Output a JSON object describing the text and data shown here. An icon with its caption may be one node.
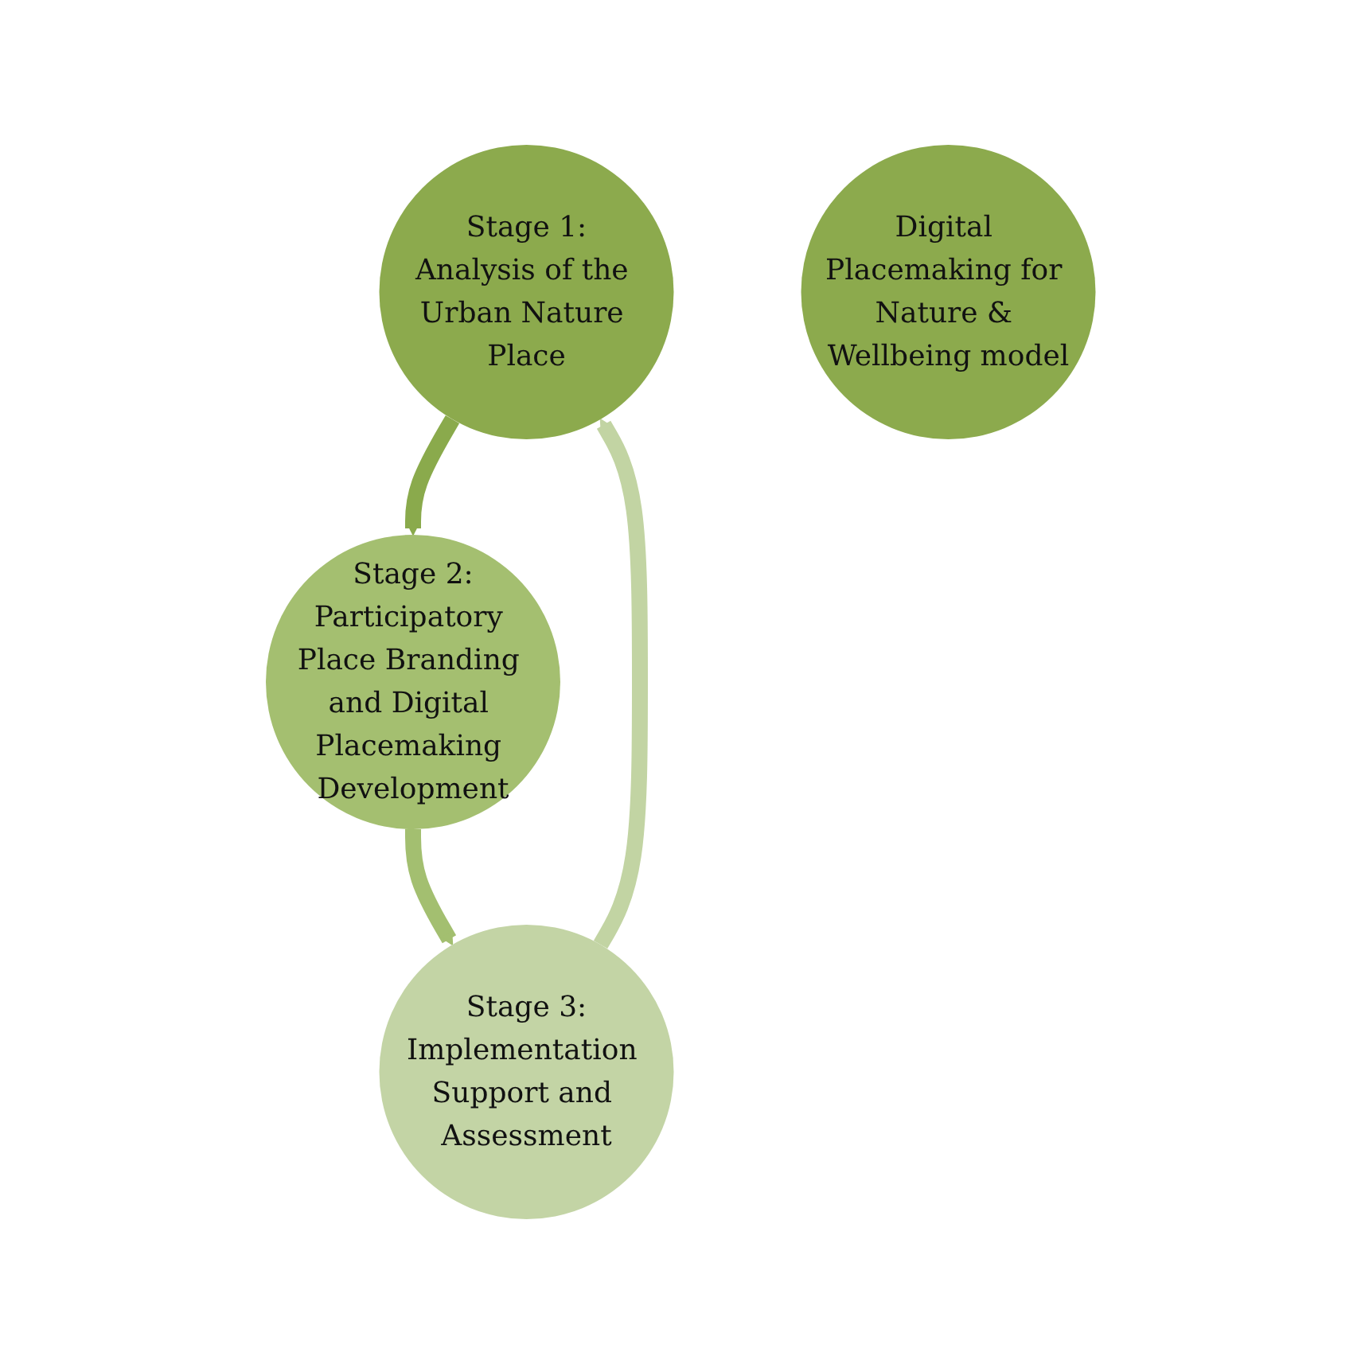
{
  "diagram": {
    "nodes": [
      {
        "text": [
          "Stage 1:",
          "Analysis of the Urban Nature Place"
        ]
      },
      {
        "text": [
          "Stage 2:",
          "Participatory Place Branding and Digital Placemaking Development"
        ]
      },
      {
        "text": [
          "Stage 3:",
          "Implementation Support and Assessment"
        ]
      },
      {
        "text": [
          "Digital Placemaking for Nature & Wellbeing model"
        ]
      }
    ],
    "edges": [
      {
        "from": 0,
        "to": 1,
        "arrow": "to",
        "color": "#8aaa4c"
      },
      {
        "from": 1,
        "to": 2,
        "arrow": "to",
        "color": "#a3bf70"
      },
      {
        "from": 2,
        "to": 0,
        "arrow": "to",
        "color": "#c2d4a3"
      }
    ]
  }
}
